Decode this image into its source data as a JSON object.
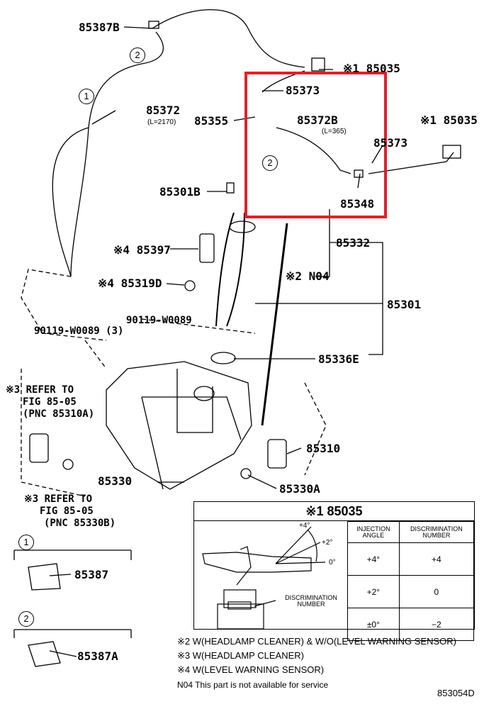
{
  "parts": {
    "p85387B": "85387B",
    "p85035_top": "※1 85035",
    "p85373_top": "85373",
    "p85372": "85372",
    "p85372_len": "(L=2170)",
    "p85355": "85355",
    "p85372B": "85372B",
    "p85372B_len": "(L=365)",
    "p85035_right": "※1 85035",
    "p85373_right": "85373",
    "p85301B": "85301B",
    "p85348": "85348",
    "p85397": "※4 85397",
    "p85332": "85332",
    "p85319D": "※4 85319D",
    "pN04": "※2 N04",
    "p85301": "85301",
    "p90119_a": "90119-W0089",
    "p90119_b": "90119-W0089 (3)",
    "p85336E": "85336E",
    "ref1": [
      "※3 REFER TO",
      "FIG 85-05",
      "(PNC 85310A)"
    ],
    "p85310": "85310",
    "p85330": "85330",
    "p85330A": "85330A",
    "ref2": [
      "※3 REFER TO",
      "FIG 85-05",
      "(PNC 85330B)"
    ],
    "p85387": "85387",
    "p85387A": "85387A"
  },
  "callouts": {
    "one": "1",
    "two": "2"
  },
  "detail_box": {
    "title": "※1 85035",
    "angles": [
      "+4°",
      "+2°",
      "0°"
    ],
    "discrimination_label": "DISCRIMINATION NUMBER",
    "headers": [
      "INJECTION ANGLE",
      "DISCRIMINATION NUMBER"
    ],
    "rows": [
      {
        "angle": "+4°",
        "number": "+4"
      },
      {
        "angle": "+2°",
        "number": "0"
      },
      {
        "angle": "±0°",
        "number": "−2"
      }
    ]
  },
  "notes": [
    "※2 W(HEADLAMP CLEANER) & W/O(LEVEL WARNING SENSOR)",
    "※3 W(HEADLAMP CLEANER)",
    "※4 W(LEVEL WARNING SENSOR)",
    "N04  This part is not available for service"
  ],
  "figure_id": "853054D",
  "highlight_color": "#e0202a"
}
